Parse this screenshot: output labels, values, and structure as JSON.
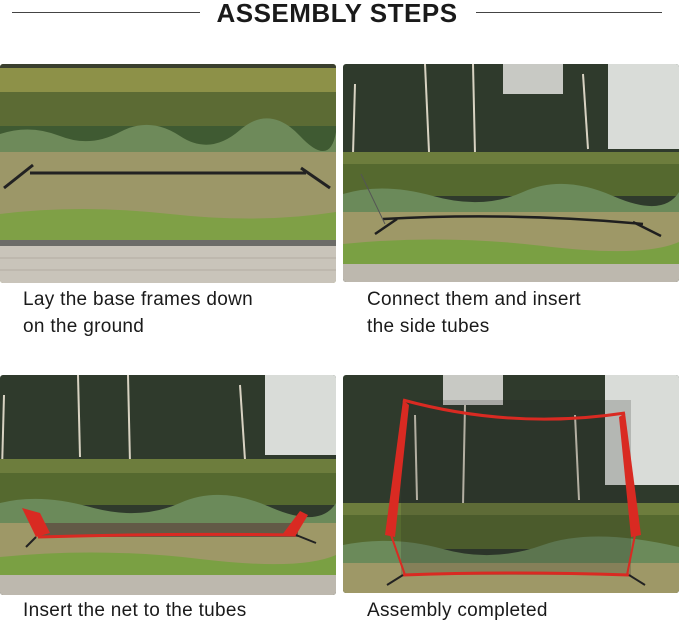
{
  "header": {
    "title": "ASSEMBLY STEPS"
  },
  "steps": [
    {
      "caption_line1": "Lay the base frames down",
      "caption_line2": "on the ground",
      "photo": "base-frames-on-grass"
    },
    {
      "caption_line1": "Connect them and insert",
      "caption_line2": "the side tubes",
      "photo": "frame-with-side-tubes"
    },
    {
      "caption_line1": "Insert the net to the tubes",
      "caption_line2": "",
      "photo": "net-inserted-low"
    },
    {
      "caption_line1": "Assembly completed",
      "caption_line2": "",
      "photo": "completed-red-net"
    }
  ],
  "colors": {
    "net_red": "#d92a22",
    "grass": "#9aa25a",
    "hedge": "#5f7a35",
    "pavement": "#c8c3b8",
    "title": "#1a1a1a"
  }
}
